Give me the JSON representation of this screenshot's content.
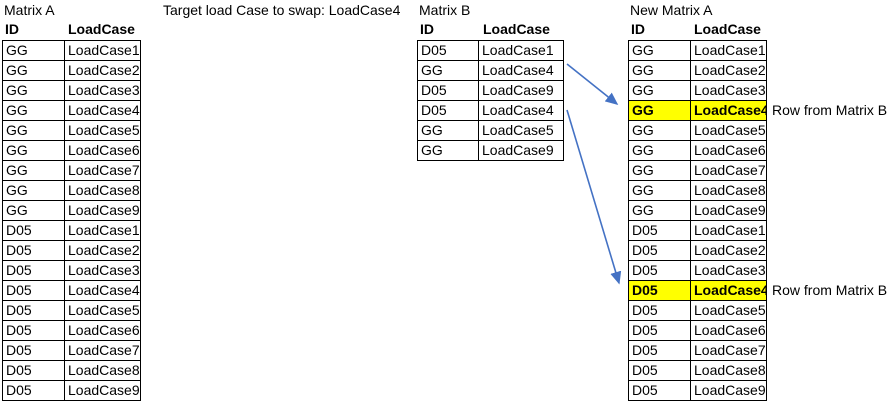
{
  "titles": {
    "matrix_a": "Matrix A",
    "target": "Target load Case to swap: LoadCase4",
    "matrix_b": "Matrix B",
    "new_matrix_a": "New Matrix A"
  },
  "headers": {
    "id": "ID",
    "loadcase": "LoadCase"
  },
  "colors": {
    "highlight": "#FFFF00",
    "arrow": "#4472C4",
    "border": "#000000",
    "text": "#000000"
  },
  "matrix_a": {
    "rows": [
      {
        "id": "GG",
        "loadcase": "LoadCase1"
      },
      {
        "id": "GG",
        "loadcase": "LoadCase2"
      },
      {
        "id": "GG",
        "loadcase": "LoadCase3"
      },
      {
        "id": "GG",
        "loadcase": "LoadCase4"
      },
      {
        "id": "GG",
        "loadcase": "LoadCase5"
      },
      {
        "id": "GG",
        "loadcase": "LoadCase6"
      },
      {
        "id": "GG",
        "loadcase": "LoadCase7"
      },
      {
        "id": "GG",
        "loadcase": "LoadCase8"
      },
      {
        "id": "GG",
        "loadcase": "LoadCase9"
      },
      {
        "id": "D05",
        "loadcase": "LoadCase1"
      },
      {
        "id": "D05",
        "loadcase": "LoadCase2"
      },
      {
        "id": "D05",
        "loadcase": "LoadCase3"
      },
      {
        "id": "D05",
        "loadcase": "LoadCase4"
      },
      {
        "id": "D05",
        "loadcase": "LoadCase5"
      },
      {
        "id": "D05",
        "loadcase": "LoadCase6"
      },
      {
        "id": "D05",
        "loadcase": "LoadCase7"
      },
      {
        "id": "D05",
        "loadcase": "LoadCase8"
      },
      {
        "id": "D05",
        "loadcase": "LoadCase9"
      }
    ]
  },
  "matrix_b": {
    "rows": [
      {
        "id": "D05",
        "loadcase": "LoadCase1"
      },
      {
        "id": "GG",
        "loadcase": "LoadCase4"
      },
      {
        "id": "D05",
        "loadcase": "LoadCase9"
      },
      {
        "id": "D05",
        "loadcase": "LoadCase4"
      },
      {
        "id": "GG",
        "loadcase": "LoadCase5"
      },
      {
        "id": "GG",
        "loadcase": "LoadCase9"
      }
    ]
  },
  "new_matrix_a": {
    "rows": [
      {
        "id": "GG",
        "loadcase": "LoadCase1"
      },
      {
        "id": "GG",
        "loadcase": "LoadCase2"
      },
      {
        "id": "GG",
        "loadcase": "LoadCase3"
      },
      {
        "id": "GG",
        "loadcase": "LoadCase4",
        "highlight": true,
        "note": "Row from Matrix B"
      },
      {
        "id": "GG",
        "loadcase": "LoadCase5"
      },
      {
        "id": "GG",
        "loadcase": "LoadCase6"
      },
      {
        "id": "GG",
        "loadcase": "LoadCase7"
      },
      {
        "id": "GG",
        "loadcase": "LoadCase8"
      },
      {
        "id": "GG",
        "loadcase": "LoadCase9"
      },
      {
        "id": "D05",
        "loadcase": "LoadCase1"
      },
      {
        "id": "D05",
        "loadcase": "LoadCase2"
      },
      {
        "id": "D05",
        "loadcase": "LoadCase3"
      },
      {
        "id": "D05",
        "loadcase": "LoadCase4",
        "highlight": true,
        "note": "Row from Matrix B"
      },
      {
        "id": "D05",
        "loadcase": "LoadCase5"
      },
      {
        "id": "D05",
        "loadcase": "LoadCase6"
      },
      {
        "id": "D05",
        "loadcase": "LoadCase7"
      },
      {
        "id": "D05",
        "loadcase": "LoadCase8"
      },
      {
        "id": "D05",
        "loadcase": "LoadCase9"
      }
    ]
  }
}
